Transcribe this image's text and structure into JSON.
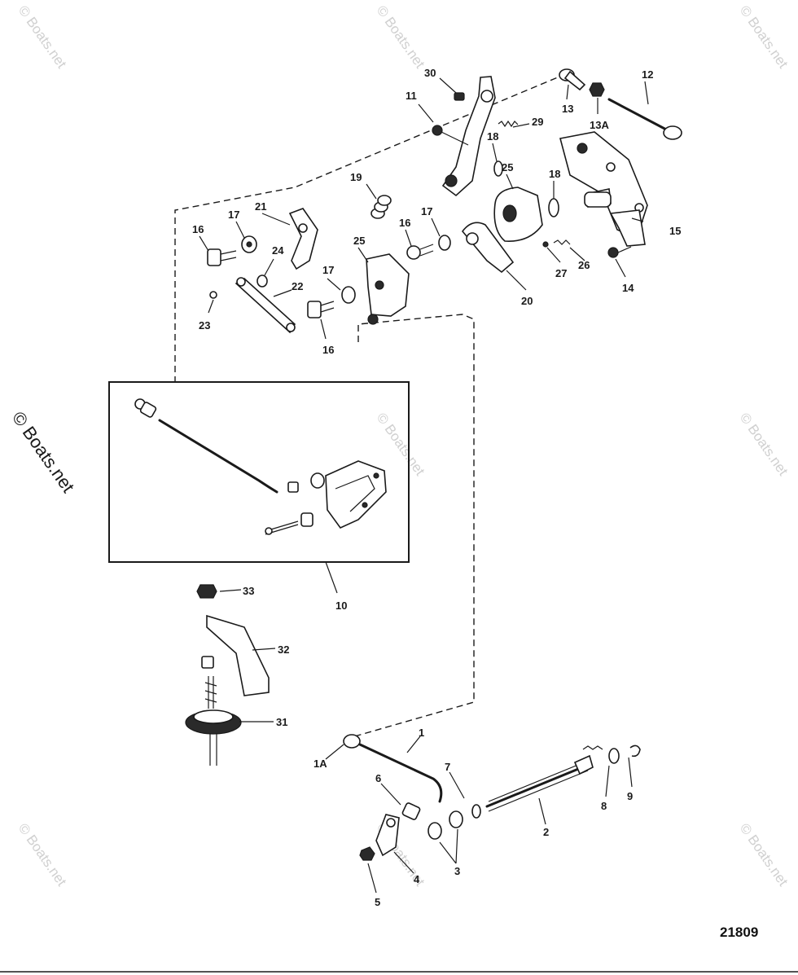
{
  "watermarks": {
    "small": "© Boats.net",
    "large": "© Boats.net"
  },
  "figure_number": "21809",
  "callouts": {
    "c30": "30",
    "c11": "11",
    "c13": "13",
    "c12": "12",
    "c13A": "13A",
    "c29": "29",
    "c18a": "18",
    "c18b": "18",
    "c19": "19",
    "c25a": "25",
    "c25b": "25",
    "c21": "21",
    "c17a": "17",
    "c16a": "16",
    "c24": "24",
    "c22": "22",
    "c23": "23",
    "c17b": "17",
    "c16b": "16",
    "c17c": "17",
    "c16c": "16",
    "c15": "15",
    "c14": "14",
    "c26": "26",
    "c27": "27",
    "c20": "20",
    "c10": "10",
    "c33": "33",
    "c32": "32",
    "c31": "31",
    "c1": "1",
    "c1A": "1A",
    "c7": "7",
    "c6": "6",
    "c2": "2",
    "c8": "8",
    "c9": "9",
    "c3": "3",
    "c4": "4",
    "c5": "5"
  }
}
